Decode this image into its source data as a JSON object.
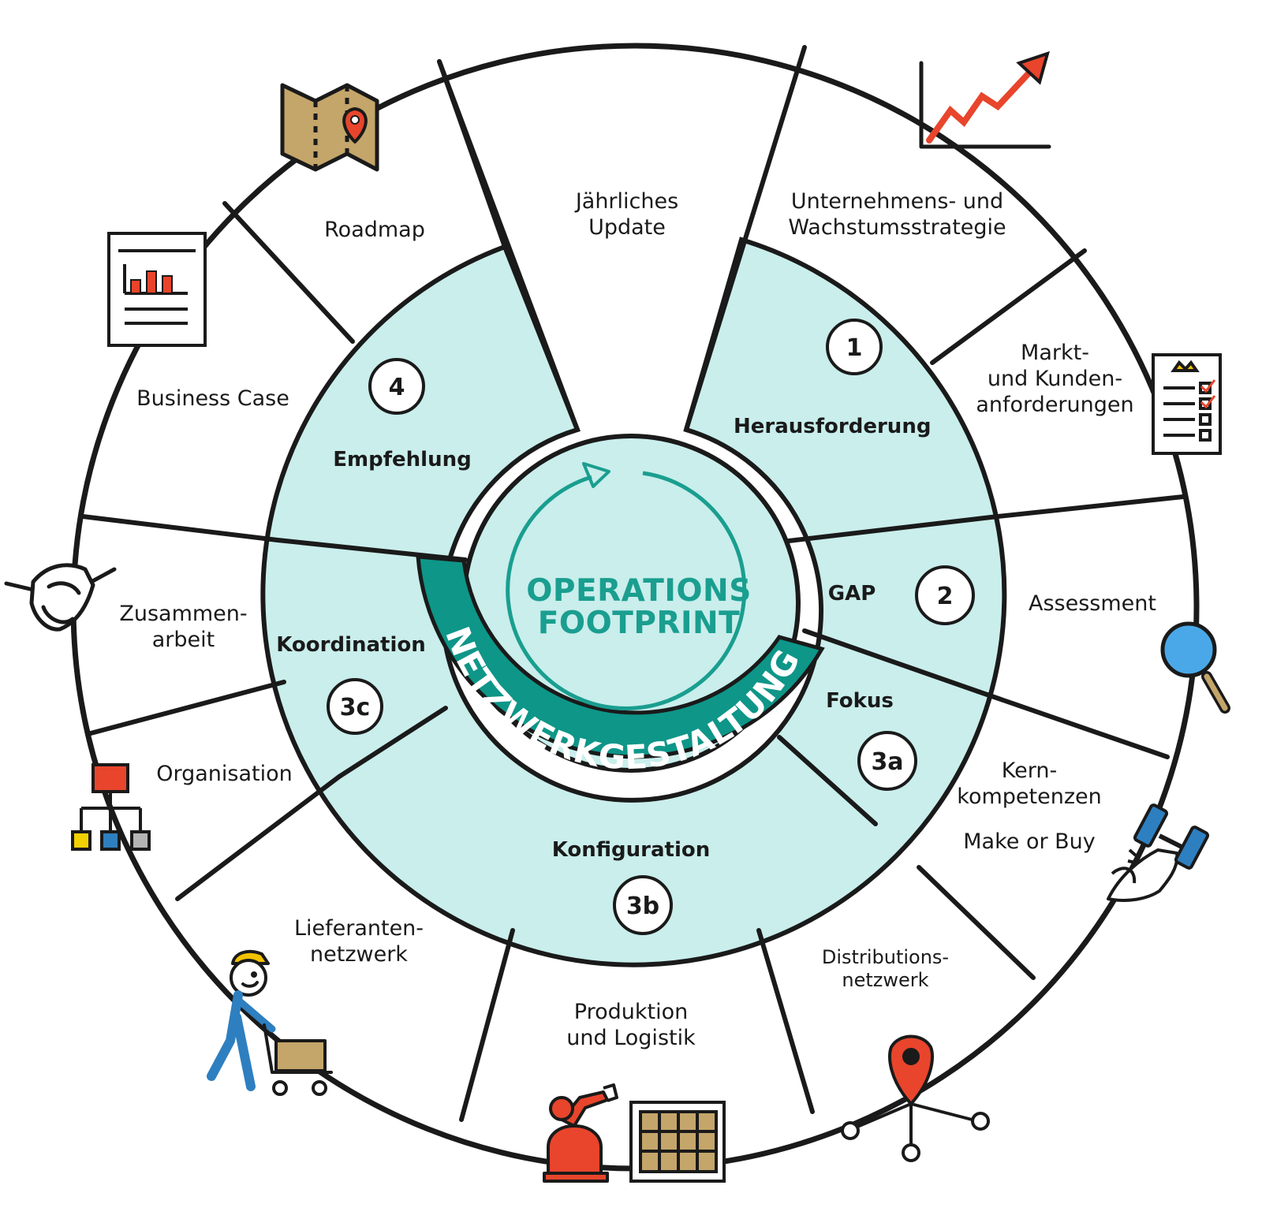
{
  "center": {
    "title_line1": "OPERATIONS",
    "title_line2": "FOOTPRINT",
    "arc_label": "NETZWERKGESTALTUNG"
  },
  "phases": [
    {
      "num": "1",
      "label": "Herausforderung"
    },
    {
      "num": "2",
      "label": "GAP"
    },
    {
      "num": "3a",
      "label": "Fokus"
    },
    {
      "num": "3b",
      "label": "Konfiguration"
    },
    {
      "num": "3c",
      "label": "Koordination"
    },
    {
      "num": "4",
      "label": "Empfehlung"
    }
  ],
  "outer_segments": {
    "annual_update": [
      "Jährliches",
      "Update"
    ],
    "strategy": [
      "Unternehmens- und",
      "Wachstumsstrategie"
    ],
    "market": [
      "Markt-",
      "und Kunden-",
      "anforderungen"
    ],
    "assessment": [
      "Assessment"
    ],
    "core": [
      "Kern-",
      "kompetenzen"
    ],
    "make_or_buy": "Make or Buy",
    "distribution": [
      "Distributions-",
      "netzwerk"
    ],
    "production": [
      "Produktion",
      "und Logistik"
    ],
    "supplier": [
      "Lieferanten-",
      "netzwerk"
    ],
    "organisation": [
      "Organisation"
    ],
    "collaboration": [
      "Zusammen-",
      "arbeit"
    ],
    "business_case": [
      "Business Case"
    ],
    "roadmap": [
      "Roadmap"
    ]
  },
  "icons": [
    "map-icon",
    "growth-chart-icon",
    "checklist-icon",
    "magnifier-icon",
    "dumbbell-arm-icon",
    "location-network-icon",
    "robot-arm-icon",
    "pallet-rack-icon",
    "worker-cart-icon",
    "org-chart-icon",
    "handshake-icon",
    "report-icon"
  ],
  "colors": {
    "teal_light": "#c9eeec",
    "teal_dark": "#0e9688",
    "teal_text": "#1a9e8f",
    "accent_red": "#e8452c",
    "outline": "#1a1a1a",
    "kraft": "#c4a56a",
    "blue": "#2e7fc0"
  }
}
